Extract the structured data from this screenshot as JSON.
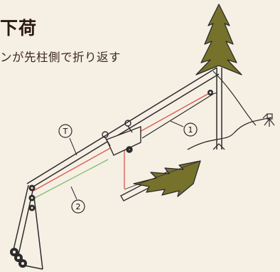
{
  "header": {
    "title": "下荷",
    "subtitle": "ンが先柱側で折り返す"
  },
  "callouts": {
    "t": "T",
    "one": "1",
    "two": "2"
  },
  "colors": {
    "background": "#f6efe4",
    "tree_fill": "#77722b",
    "red_line": "#d8554a",
    "green_line": "#7fbf6a",
    "ink": "#2b2b2b"
  }
}
